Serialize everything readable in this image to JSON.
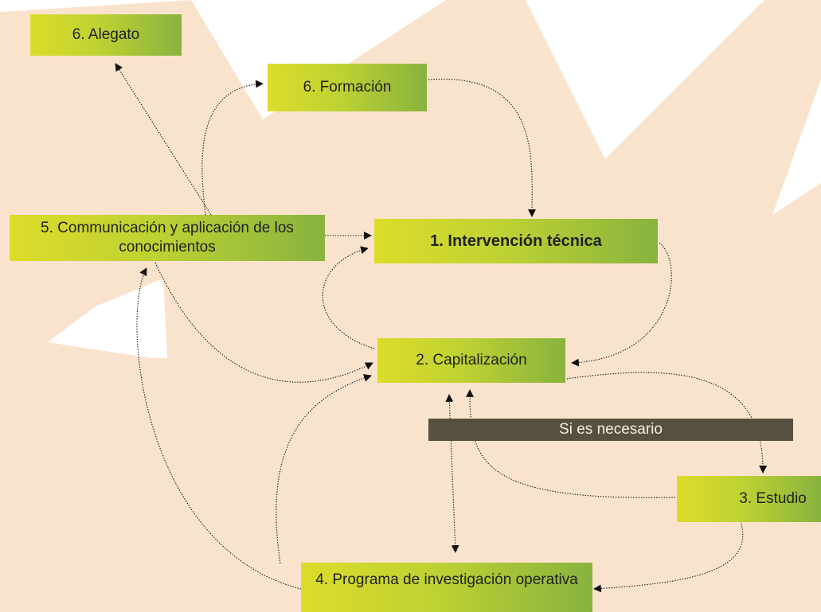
{
  "nodes": {
    "alegato": "6. Alegato",
    "formacion": "6. Formación",
    "comunicacion": "5. Communicación y aplicación de los conocimientos",
    "intervencion": "1. Intervención técnica",
    "capitalizacion": "2. Capitalización",
    "estudio": "3. Estudio",
    "programa": "4. Programa de investigación operativa"
  },
  "banner": "Si es necesario",
  "colors": {
    "background": "#fae3cd",
    "node_gradient_start": "#dcdc2a",
    "node_gradient_end": "#88b33e",
    "banner": "#58503f",
    "connector": "#111111"
  }
}
